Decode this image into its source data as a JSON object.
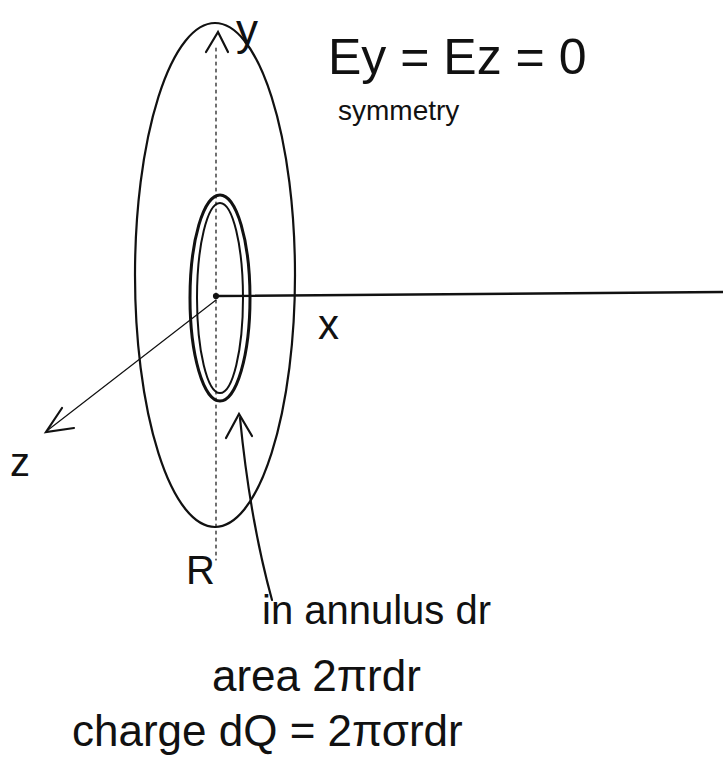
{
  "diagram": {
    "labels": [
      "y",
      "Ey = Ez = 0",
      "symmetry",
      "x",
      "z",
      "R",
      "in annulus dr",
      "area 2πrdr",
      "charge dQ = 2πσrdr"
    ]
  }
}
